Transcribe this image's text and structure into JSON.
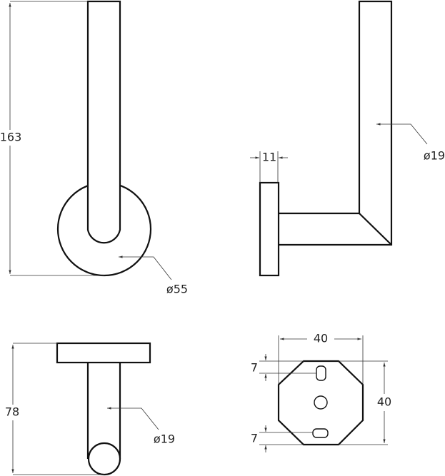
{
  "views": {
    "front": {
      "height_label": "163",
      "base_diameter_label": "ø55"
    },
    "side": {
      "plate_thickness_label": "11",
      "rod_diameter_label": "ø19"
    },
    "top": {
      "depth_label": "78",
      "rod_diameter_label": "ø19"
    },
    "back": {
      "width_label": "40",
      "height_label": "40",
      "top_slot_label": "7",
      "bottom_slot_label": "7"
    }
  },
  "colors": {
    "line": "#111111",
    "dimension": "#333333"
  }
}
